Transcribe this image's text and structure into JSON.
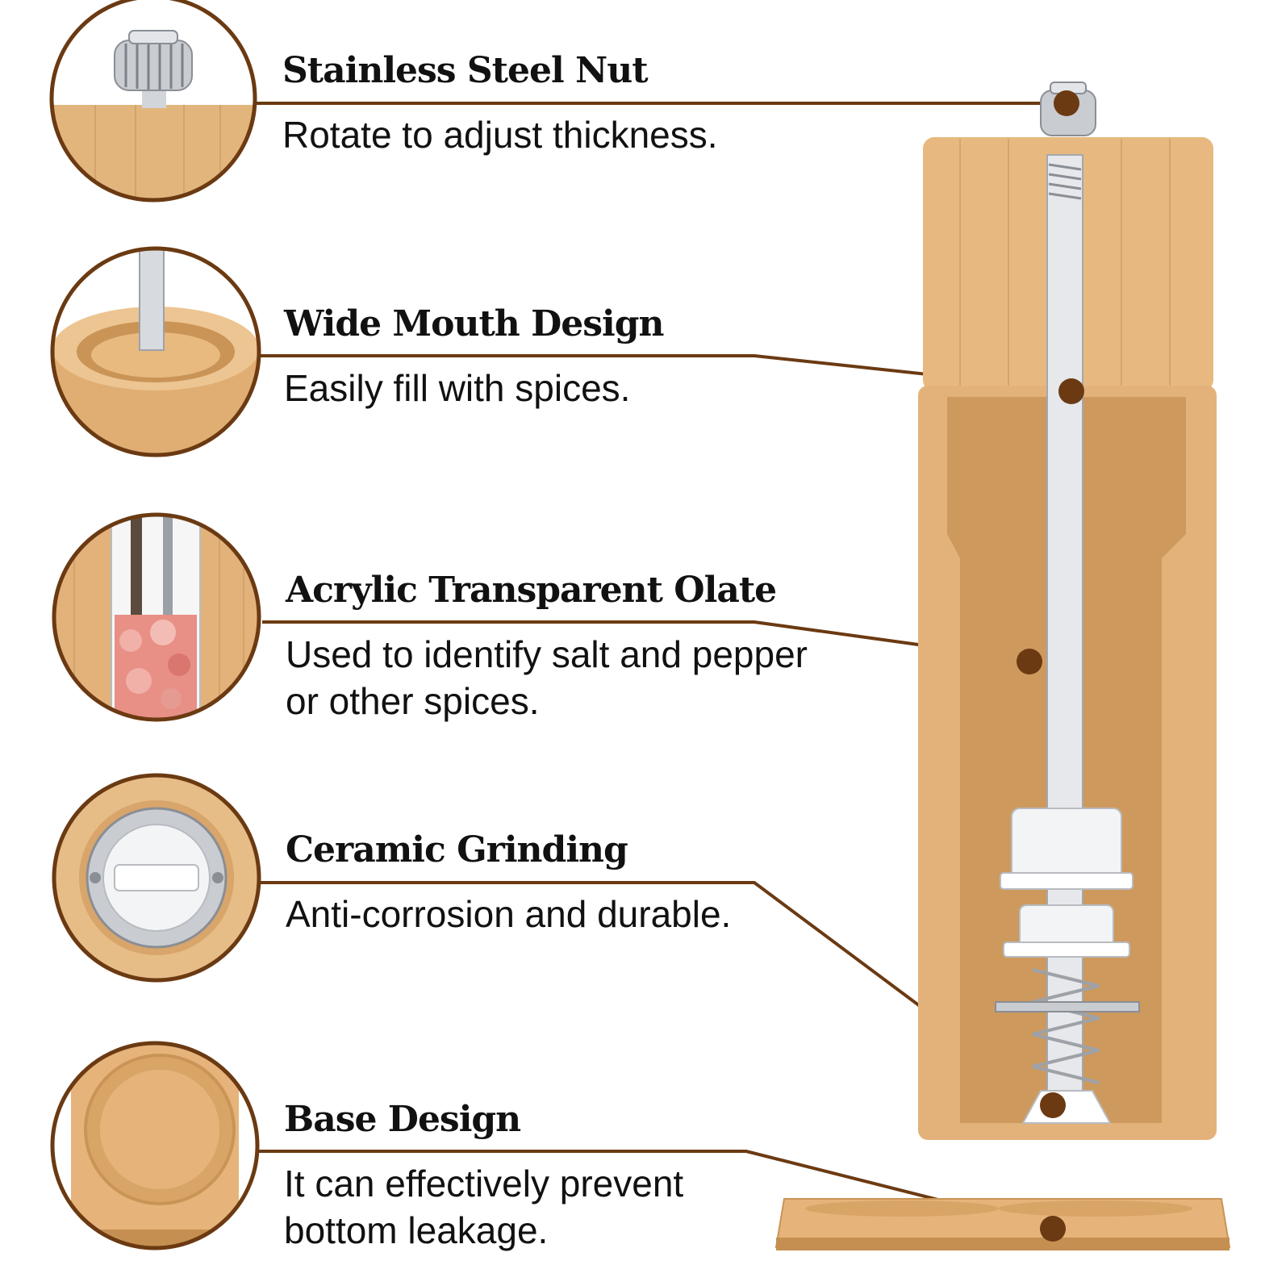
{
  "palette": {
    "accent": "#6b3a12",
    "wood_light": "#e9bf86",
    "wood_mid": "#d9a566",
    "wood_dark": "#b77f44",
    "steel": "#c9ccd1",
    "ceramic": "#f3f4f6",
    "salt_pink": "#e88f86"
  },
  "features": [
    {
      "title": "Stainless Steel Nut",
      "desc_lines": [
        "Rotate to adjust thickness."
      ],
      "thumb_icon": "steel-nut-icon"
    },
    {
      "title": "Wide Mouth Design",
      "desc_lines": [
        "Easily fill with spices."
      ],
      "thumb_icon": "wide-mouth-icon"
    },
    {
      "title": "Acrylic Transparent Olate",
      "desc_lines": [
        "Used to identify salt and pepper",
        "or other spices."
      ],
      "thumb_icon": "acrylic-window-icon"
    },
    {
      "title": "Ceramic Grinding",
      "desc_lines": [
        "Anti-corrosion and durable."
      ],
      "thumb_icon": "ceramic-grinder-icon"
    },
    {
      "title": "Base Design",
      "desc_lines": [
        "It can effectively prevent",
        "bottom leakage."
      ],
      "thumb_icon": "base-tray-icon"
    }
  ]
}
